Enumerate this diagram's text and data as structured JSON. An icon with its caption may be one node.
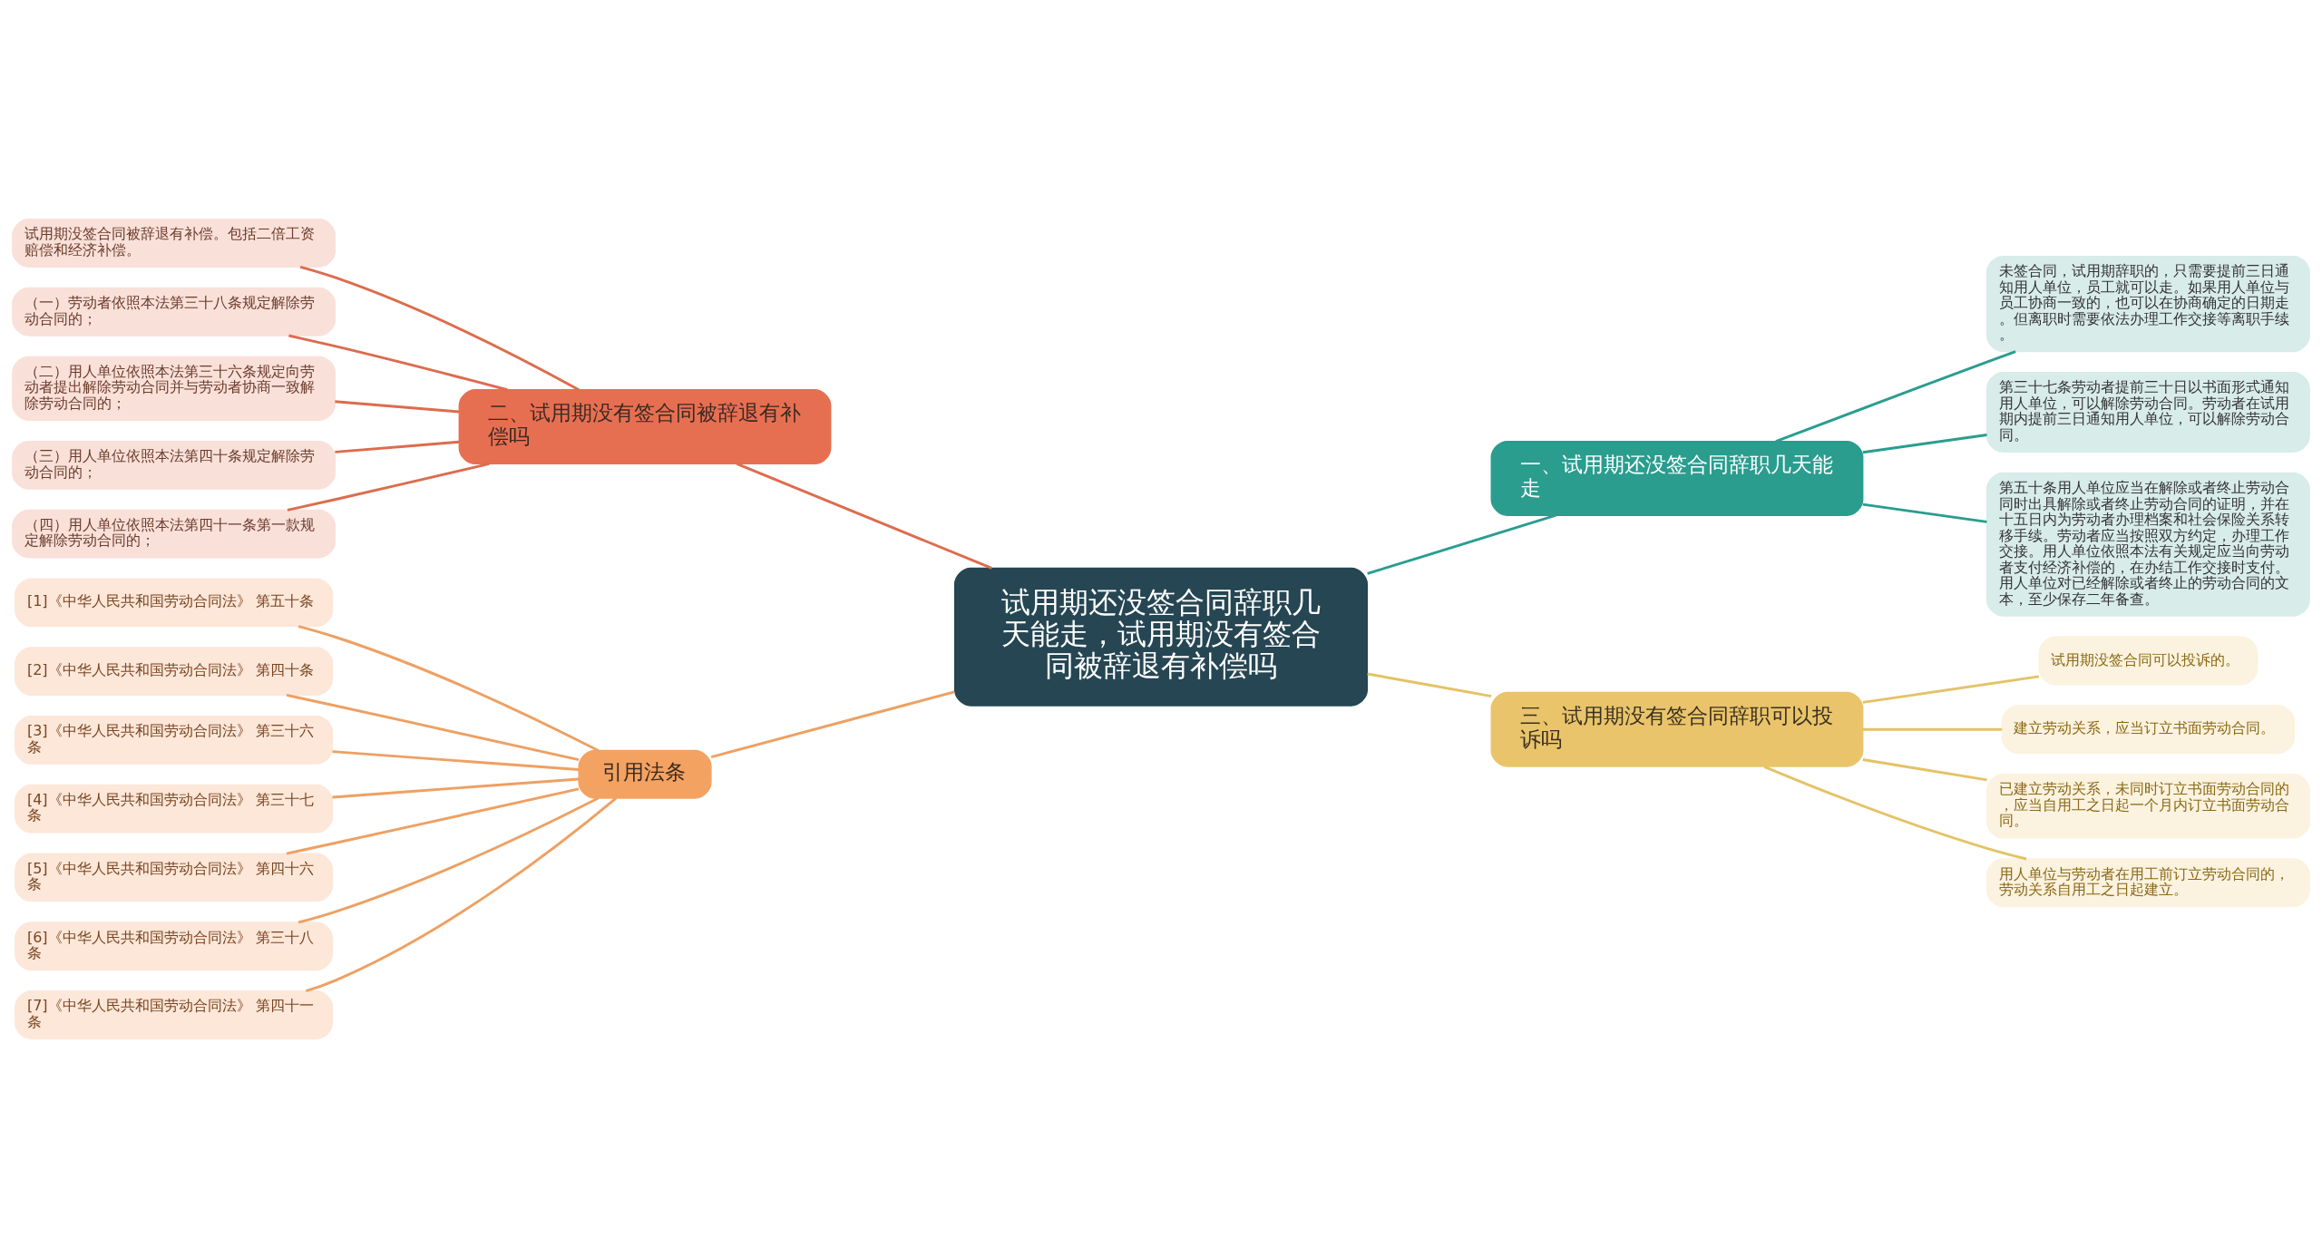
{
  "diagram": {
    "nodes": [
      {
        "text": [
          "试用期还没签合同辞职几天能走，试用期没有签合同被辞退有补偿吗"
        ]
      },
      {
        "text": [
          "一、试用期还没签合同辞职几天能走"
        ]
      },
      {
        "text": [
          "未签合同，试用期辞职的，只需要提前三日通知用人单位，员工就可以走。如果用人单位与员工协商一致的，也可以在协商确定的日期走。但离职时需要依法办理工作交接等离职手续。"
        ]
      },
      {
        "text": [
          "第三十七条劳动者提前三十日以书面形式通知用人单位，可以解除劳动合同。劳动者在试用期内提前三日通知用人单位，可以解除劳动合同。"
        ]
      },
      {
        "text": [
          "第五十条用人单位应当在解除或者终止劳动合同时出具解除或者终止劳动合同的证明，并在十五日内为劳动者办理档案和社会保险关系转移手续。劳动者应当按照双方约定，办理工作交接。用人单位依照本法有关规定应当向劳动者支付经济补偿的，在办结工作交接时支付。用人单位对已经解除或者终止的劳动合同的文本，至少保存二年备查。"
        ]
      },
      {
        "text": [
          "二、试用期没有签合同被辞退有补偿吗"
        ]
      },
      {
        "text": [
          "试用期没签合同被辞退有补偿。包括二倍工资赔偿和经济补偿。"
        ]
      },
      {
        "text": [
          "（一）劳动者依照本法第三十八条规定解除劳动合同的；"
        ]
      },
      {
        "text": [
          "（二）用人单位依照本法第三十六条规定向劳动者提出解除劳动合同并与劳动者协商一致解除劳动合同的；"
        ]
      },
      {
        "text": [
          "（三）用人单位依照本法第四十条规定解除劳动合同的；"
        ]
      },
      {
        "text": [
          "（四）用人单位依照本法第四十一条第一款规定解除劳动合同的；"
        ]
      },
      {
        "text": [
          "三、试用期没有签合同辞职可以投诉吗"
        ]
      },
      {
        "text": [
          "试用期没签合同可以投诉的。"
        ]
      },
      {
        "text": [
          "建立劳动关系，应当订立书面劳动合同。"
        ]
      },
      {
        "text": [
          "已建立劳动关系，未同时订立书面劳动合同的，应当自用工之日起一个月内订立书面劳动合同。"
        ]
      },
      {
        "text": [
          "用人单位与劳动者在用工前订立劳动合同的，劳动关系自用工之日起建立。"
        ]
      },
      {
        "text": [
          "引用法条"
        ]
      },
      {
        "text": [
          "[1]《中华人民共和国劳动合同法》 第五十条"
        ]
      },
      {
        "text": [
          "[2]《中华人民共和国劳动合同法》 第四十条"
        ]
      },
      {
        "text": [
          "[3]《中华人民共和国劳动合同法》 第三十六条"
        ]
      },
      {
        "text": [
          "[4]《中华人民共和国劳动合同法》 第三十七条"
        ]
      },
      {
        "text": [
          "[5]《中华人民共和国劳动合同法》 第四十六条"
        ]
      },
      {
        "text": [
          "[6]《中华人民共和国劳动合同法》 第三十八条"
        ]
      },
      {
        "text": [
          "[7]《中华人民共和国劳动合同法》 第四十一条"
        ]
      }
    ],
    "edges": [
      {
        "from": 0,
        "to": 1,
        "arrow": "none",
        "color": "#2a9d8f"
      },
      {
        "from": 1,
        "to": 2,
        "arrow": "none",
        "color": "#2a9d8f"
      },
      {
        "from": 1,
        "to": 3,
        "arrow": "none",
        "color": "#2a9d8f"
      },
      {
        "from": 1,
        "to": 4,
        "arrow": "none",
        "color": "#2a9d8f"
      },
      {
        "from": 5,
        "to": 0,
        "arrow": "none",
        "color": "#dc6c4e"
      },
      {
        "from": 6,
        "to": 5,
        "arrow": "none",
        "color": "#dc6c4e"
      },
      {
        "from": 7,
        "to": 5,
        "arrow": "none",
        "color": "#dc6c4e"
      },
      {
        "from": 8,
        "to": 5,
        "arrow": "none",
        "color": "#dc6c4e"
      },
      {
        "from": 9,
        "to": 5,
        "arrow": "none",
        "color": "#dc6c4e"
      },
      {
        "from": 10,
        "to": 5,
        "arrow": "none",
        "color": "#dc6c4e"
      },
      {
        "from": 0,
        "to": 11,
        "arrow": "none",
        "color": "#e4c266"
      },
      {
        "from": 11,
        "to": 12,
        "arrow": "none",
        "color": "#e4c266"
      },
      {
        "from": 11,
        "to": 13,
        "arrow": "none",
        "color": "#e4c266"
      },
      {
        "from": 11,
        "to": 14,
        "arrow": "none",
        "color": "#e4c266"
      },
      {
        "from": 11,
        "to": 15,
        "arrow": "none",
        "color": "#e4c266"
      },
      {
        "from": 16,
        "to": 0,
        "arrow": "none"
      },
      {
        "from": 17,
        "to": 16,
        "arrow": "none"
      },
      {
        "from": 18,
        "to": 16,
        "arrow": "none"
      },
      {
        "from": 19,
        "to": 16,
        "arrow": "none"
      },
      {
        "from": 20,
        "to": 16,
        "arrow": "none"
      },
      {
        "from": 21,
        "to": 16,
        "arrow": "none"
      },
      {
        "from": 22,
        "to": 16,
        "arrow": "none"
      },
      {
        "from": 23,
        "to": 16,
        "arrow": "none"
      }
    ]
  }
}
